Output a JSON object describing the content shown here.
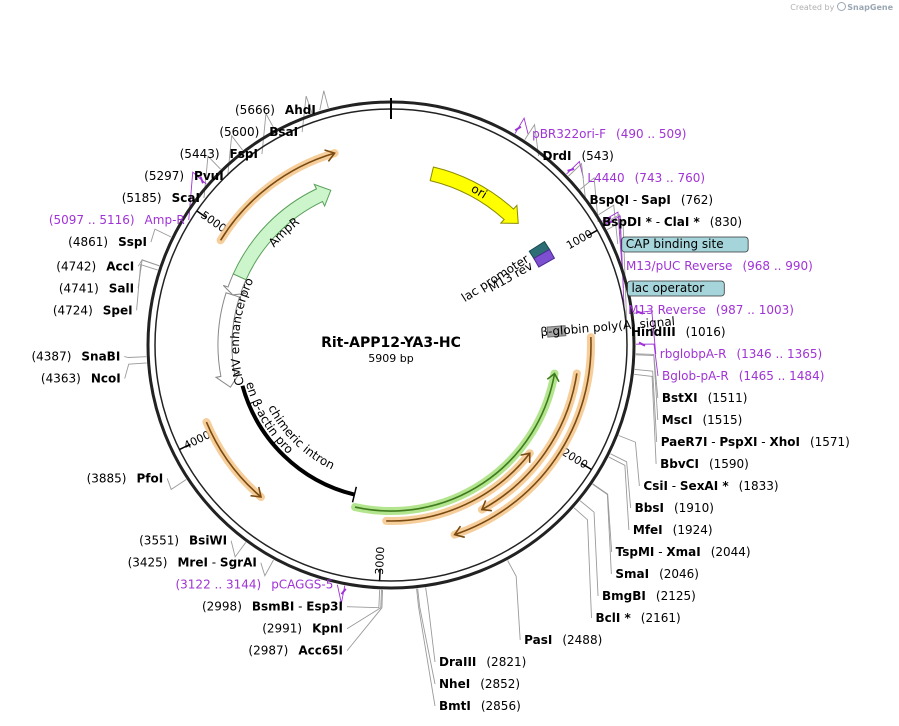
{
  "credit": {
    "prefix": "Created by",
    "brand": "SnapGene"
  },
  "plasmid": {
    "name": "Rit-APP12-YA3-HC",
    "length_label": "5909 bp",
    "length": 5909
  },
  "ticks": [
    {
      "pos": 1000,
      "label": "1000"
    },
    {
      "pos": 2000,
      "label": "2000"
    },
    {
      "pos": 3000,
      "label": "3000"
    },
    {
      "pos": 4000,
      "label": "4000"
    },
    {
      "pos": 5000,
      "label": "5000"
    }
  ],
  "sites": [
    {
      "pos": 5666,
      "parts": [
        {
          "t": "(5666)",
          "k": "n"
        },
        {
          "t": "AhdI",
          "k": "e"
        }
      ],
      "side": "L"
    },
    {
      "pos": 5600,
      "parts": [
        {
          "t": "(5600)",
          "k": "n"
        },
        {
          "t": "BsaI",
          "k": "e"
        }
      ],
      "side": "L"
    },
    {
      "pos": 5443,
      "parts": [
        {
          "t": "(5443)",
          "k": "n"
        },
        {
          "t": "FspI",
          "k": "e"
        }
      ],
      "side": "L"
    },
    {
      "pos": 5297,
      "parts": [
        {
          "t": "(5297)",
          "k": "n"
        },
        {
          "t": "PvuI",
          "k": "e"
        }
      ],
      "side": "L"
    },
    {
      "pos": 5185,
      "parts": [
        {
          "t": "(5185)",
          "k": "n"
        },
        {
          "t": "ScaI",
          "k": "e"
        }
      ],
      "side": "L"
    },
    {
      "pos": 5106,
      "parts": [
        {
          "t": "(5097 .. 5116)",
          "k": "p"
        },
        {
          "t": "Amp-R",
          "k": "p"
        }
      ],
      "side": "L",
      "primer": true
    },
    {
      "pos": 4861,
      "parts": [
        {
          "t": "(4861)",
          "k": "n"
        },
        {
          "t": "SspI",
          "k": "e"
        }
      ],
      "side": "L"
    },
    {
      "pos": 4742,
      "parts": [
        {
          "t": "(4742)",
          "k": "n"
        },
        {
          "t": "AccI",
          "k": "e"
        }
      ],
      "side": "L"
    },
    {
      "pos": 4741,
      "parts": [
        {
          "t": "(4741)",
          "k": "n"
        },
        {
          "t": "SalI",
          "k": "e"
        }
      ],
      "side": "L"
    },
    {
      "pos": 4724,
      "parts": [
        {
          "t": "(4724)",
          "k": "n"
        },
        {
          "t": "SpeI",
          "k": "e"
        }
      ],
      "side": "L"
    },
    {
      "pos": 4387,
      "parts": [
        {
          "t": "(4387)",
          "k": "n"
        },
        {
          "t": "SnaBI",
          "k": "e"
        }
      ],
      "side": "L"
    },
    {
      "pos": 4363,
      "parts": [
        {
          "t": "(4363)",
          "k": "n"
        },
        {
          "t": "NcoI",
          "k": "e"
        }
      ],
      "side": "L"
    },
    {
      "pos": 3885,
      "parts": [
        {
          "t": "(3885)",
          "k": "n"
        },
        {
          "t": "PfoI",
          "k": "e"
        }
      ],
      "side": "L"
    },
    {
      "pos": 3551,
      "parts": [
        {
          "t": "(3551)",
          "k": "n"
        },
        {
          "t": "BsiWI",
          "k": "e"
        }
      ],
      "side": "L"
    },
    {
      "pos": 3425,
      "parts": [
        {
          "t": "(3425)",
          "k": "n"
        },
        {
          "t": "MreI",
          "k": "e"
        },
        {
          "t": " - ",
          "k": "s"
        },
        {
          "t": "SgrAI",
          "k": "e"
        }
      ],
      "side": "L"
    },
    {
      "pos": 3133,
      "parts": [
        {
          "t": "(3122 .. 3144)",
          "k": "p"
        },
        {
          "t": "pCAGGS-5",
          "k": "p"
        }
      ],
      "side": "L",
      "primer": true
    },
    {
      "pos": 2998,
      "parts": [
        {
          "t": "(2998)",
          "k": "n"
        },
        {
          "t": "BsmBI",
          "k": "e"
        },
        {
          "t": " - ",
          "k": "s"
        },
        {
          "t": "Esp3I",
          "k": "e"
        }
      ],
      "side": "L"
    },
    {
      "pos": 2991,
      "parts": [
        {
          "t": "(2991)",
          "k": "n"
        },
        {
          "t": "KpnI",
          "k": "e"
        }
      ],
      "side": "L"
    },
    {
      "pos": 2987,
      "parts": [
        {
          "t": "(2987)",
          "k": "n"
        },
        {
          "t": "Acc65I",
          "k": "e"
        }
      ],
      "side": "L"
    },
    {
      "pos": 2856,
      "parts": [
        {
          "t": "BmtI",
          "k": "e"
        },
        {
          "t": "(2856)",
          "k": "n"
        }
      ],
      "side": "R"
    },
    {
      "pos": 2852,
      "parts": [
        {
          "t": "NheI",
          "k": "e"
        },
        {
          "t": "(2852)",
          "k": "n"
        }
      ],
      "side": "R"
    },
    {
      "pos": 2821,
      "parts": [
        {
          "t": "DraIII",
          "k": "e"
        },
        {
          "t": "(2821)",
          "k": "n"
        }
      ],
      "side": "R"
    },
    {
      "pos": 2488,
      "parts": [
        {
          "t": "PasI",
          "k": "e"
        },
        {
          "t": "(2488)",
          "k": "n"
        }
      ],
      "side": "R"
    },
    {
      "pos": 2161,
      "parts": [
        {
          "t": "BclI *",
          "k": "e"
        },
        {
          "t": "(2161)",
          "k": "n"
        }
      ],
      "side": "R"
    },
    {
      "pos": 2125,
      "parts": [
        {
          "t": "BmgBI",
          "k": "e"
        },
        {
          "t": "(2125)",
          "k": "n"
        }
      ],
      "side": "R"
    },
    {
      "pos": 2046,
      "parts": [
        {
          "t": "SmaI",
          "k": "e"
        },
        {
          "t": "(2046)",
          "k": "n"
        }
      ],
      "side": "R"
    },
    {
      "pos": 2044,
      "parts": [
        {
          "t": "TspMI",
          "k": "e"
        },
        {
          "t": " - ",
          "k": "s"
        },
        {
          "t": "XmaI",
          "k": "e"
        },
        {
          "t": "(2044)",
          "k": "n"
        }
      ],
      "side": "R"
    },
    {
      "pos": 1924,
      "parts": [
        {
          "t": "MfeI",
          "k": "e"
        },
        {
          "t": "(1924)",
          "k": "n"
        }
      ],
      "side": "R"
    },
    {
      "pos": 1910,
      "parts": [
        {
          "t": "BbsI",
          "k": "e"
        },
        {
          "t": "(1910)",
          "k": "n"
        }
      ],
      "side": "R"
    },
    {
      "pos": 1833,
      "parts": [
        {
          "t": "CsiI",
          "k": "e"
        },
        {
          "t": " - ",
          "k": "s"
        },
        {
          "t": "SexAI *",
          "k": "e"
        },
        {
          "t": "(1833)",
          "k": "n"
        }
      ],
      "side": "R"
    },
    {
      "pos": 1590,
      "parts": [
        {
          "t": "BbvCI",
          "k": "e"
        },
        {
          "t": "(1590)",
          "k": "n"
        }
      ],
      "side": "R"
    },
    {
      "pos": 1571,
      "parts": [
        {
          "t": "PaeR7I",
          "k": "e"
        },
        {
          "t": " - ",
          "k": "s"
        },
        {
          "t": "PspXI",
          "k": "e"
        },
        {
          "t": " - ",
          "k": "s"
        },
        {
          "t": "XhoI",
          "k": "e"
        },
        {
          "t": "(1571)",
          "k": "n"
        }
      ],
      "side": "R"
    },
    {
      "pos": 1515,
      "parts": [
        {
          "t": "MscI",
          "k": "e"
        },
        {
          "t": "(1515)",
          "k": "n"
        }
      ],
      "side": "R"
    },
    {
      "pos": 1511,
      "parts": [
        {
          "t": "BstXI",
          "k": "e"
        },
        {
          "t": "(1511)",
          "k": "n"
        }
      ],
      "side": "R"
    },
    {
      "pos": 1474,
      "parts": [
        {
          "t": "Bglob-pA-R",
          "k": "p"
        },
        {
          "t": "(1465 .. 1484)",
          "k": "p"
        }
      ],
      "side": "R",
      "primer": true
    },
    {
      "pos": 1355,
      "parts": [
        {
          "t": "rbglobpA-R",
          "k": "p"
        },
        {
          "t": "(1346 .. 1365)",
          "k": "p"
        }
      ],
      "side": "R",
      "primer": true
    },
    {
      "pos": 1016,
      "parts": [
        {
          "t": "HindIII",
          "k": "e"
        },
        {
          "t": "(1016)",
          "k": "n"
        }
      ],
      "side": "R"
    },
    {
      "pos": 995,
      "parts": [
        {
          "t": "M13 Reverse",
          "k": "p"
        },
        {
          "t": "(987 .. 1003)",
          "k": "p"
        }
      ],
      "side": "R",
      "primer": true
    },
    {
      "pos": 990,
      "parts": [
        {
          "t": "lac operator",
          "k": "b"
        }
      ],
      "side": "R"
    },
    {
      "pos": 979,
      "parts": [
        {
          "t": "M13/pUC Reverse",
          "k": "p"
        },
        {
          "t": "(968 .. 990)",
          "k": "p"
        }
      ],
      "side": "R",
      "primer": true
    },
    {
      "pos": 950,
      "parts": [
        {
          "t": "CAP binding site",
          "k": "b"
        }
      ],
      "side": "R"
    },
    {
      "pos": 830,
      "parts": [
        {
          "t": "BspDI *",
          "k": "e"
        },
        {
          "t": " - ",
          "k": "s"
        },
        {
          "t": "ClaI *",
          "k": "e"
        },
        {
          "t": "(830)",
          "k": "n"
        }
      ],
      "side": "R"
    },
    {
      "pos": 762,
      "parts": [
        {
          "t": "BspQI",
          "k": "e"
        },
        {
          "t": " - ",
          "k": "s"
        },
        {
          "t": "SapI",
          "k": "e"
        },
        {
          "t": "(762)",
          "k": "n"
        }
      ],
      "side": "R"
    },
    {
      "pos": 751,
      "parts": [
        {
          "t": "L4440",
          "k": "p"
        },
        {
          "t": "(743 .. 760)",
          "k": "p"
        }
      ],
      "side": "R",
      "primer": true
    },
    {
      "pos": 543,
      "parts": [
        {
          "t": "DrdI",
          "k": "e"
        },
        {
          "t": "(543)",
          "k": "n"
        }
      ],
      "side": "R"
    },
    {
      "pos": 499,
      "parts": [
        {
          "t": "pBR322ori-F",
          "k": "p"
        },
        {
          "t": "(490 .. 509)",
          "k": "p"
        }
      ],
      "side": "R",
      "primer": true
    }
  ],
  "features": [
    {
      "name": "ori",
      "label": "ori",
      "start": 220,
      "end": 760,
      "ring": 3,
      "dir": 1,
      "color": "#ffff00",
      "stroke": "#8a8a00",
      "type": "arrow",
      "label_mode": "inside"
    },
    {
      "name": "lac-promoter",
      "label": "lac promoter",
      "start": 930,
      "end": 960,
      "ring": 3,
      "dir": 1,
      "color": "#2c6d76",
      "stroke": "#1a4a50",
      "type": "block",
      "label_mode": "radial-below"
    },
    {
      "name": "m13-rev",
      "label": "M13 rev",
      "start": 985,
      "end": 1000,
      "ring": 3,
      "dir": 1,
      "color": "#7d4fd1",
      "stroke": "#4a2a90",
      "type": "block",
      "label_mode": "radial-below"
    },
    {
      "name": "beta-globin-polya",
      "label": "β-globin poly(A) signal",
      "start": 1380,
      "end": 1420,
      "ring": 4,
      "dir": 1,
      "color": "#a8a8a8",
      "stroke": "#707070",
      "type": "block",
      "label_mode": "radial-up"
    },
    {
      "name": "chimeric-intron",
      "label": "chimeric intron",
      "start": 3180,
      "end": 4180,
      "ring": 5,
      "dir": 0,
      "color": "#000000",
      "stroke": "#000000",
      "type": "line",
      "label_mode": "arc"
    },
    {
      "name": "chicken-beta-actin-promoter",
      "label": "chicken β-actin promoter",
      "start": 3640,
      "end": 4180,
      "ring": 4,
      "dir": 0,
      "color": "#000000",
      "stroke": "#000000",
      "type": "hidden",
      "label_mode": "arc"
    },
    {
      "name": "cmv-enhancer",
      "label": "CMV enhancer",
      "start": 4190,
      "end": 4720,
      "ring": 4,
      "dir": -1,
      "color": "#ffffff",
      "stroke": "#888888",
      "type": "arrow",
      "label_mode": "arc"
    },
    {
      "name": "ampr-promoter",
      "label": "AmpR promoter",
      "start": 4720,
      "end": 4830,
      "ring": 4,
      "dir": -1,
      "color": "#ffffff",
      "stroke": "#888888",
      "type": "arrow",
      "label_mode": "arc"
    },
    {
      "name": "ampr",
      "label": "AmpR",
      "start": 4830,
      "end": 5560,
      "ring": 4,
      "dir": 1,
      "color": "#ccf5cc",
      "stroke": "#5aa05a",
      "type": "arrow",
      "label_mode": "arc"
    },
    {
      "name": "orange-cds-1",
      "label": "",
      "start": 4950,
      "end": 5640,
      "ring": 1,
      "dir": 1,
      "color": "#f5c58a",
      "stroke": "#7a4a10",
      "type": "thin-arrow"
    },
    {
      "name": "orange-cds-2",
      "label": "",
      "start": 3620,
      "end": 4060,
      "ring": 1,
      "dir": -1,
      "color": "#f5c58a",
      "stroke": "#7a4a10",
      "type": "thin-arrow"
    },
    {
      "name": "orange-cds-3",
      "label": "",
      "start": 1440,
      "end": 2650,
      "ring": 1,
      "dir": 1,
      "color": "#f5c58a",
      "stroke": "#7a4a10",
      "type": "thin-arrow"
    },
    {
      "name": "orange-cds-4",
      "label": "",
      "start": 1620,
      "end": 2480,
      "ring": 2,
      "dir": 1,
      "color": "#f5c58a",
      "stroke": "#7a4a10",
      "type": "thin-arrow"
    },
    {
      "name": "orange-cds-5",
      "label": "",
      "start": 2100,
      "end": 2980,
      "ring": 3,
      "dir": -1,
      "color": "#f5c58a",
      "stroke": "#7a4a10",
      "type": "thin-arrow"
    },
    {
      "name": "green-cds",
      "label": "",
      "start": 1640,
      "end": 3160,
      "ring": 4,
      "dir": -1,
      "color": "#a6e07a",
      "stroke": "#3f7a1e",
      "type": "thin-arrow"
    }
  ],
  "colors": {
    "backbone": "#222222",
    "enzyme": "#000000",
    "number": "#000000",
    "primer": "#a033d6",
    "box_fill": "#a5d4da",
    "leader": "#9a9a9a"
  }
}
